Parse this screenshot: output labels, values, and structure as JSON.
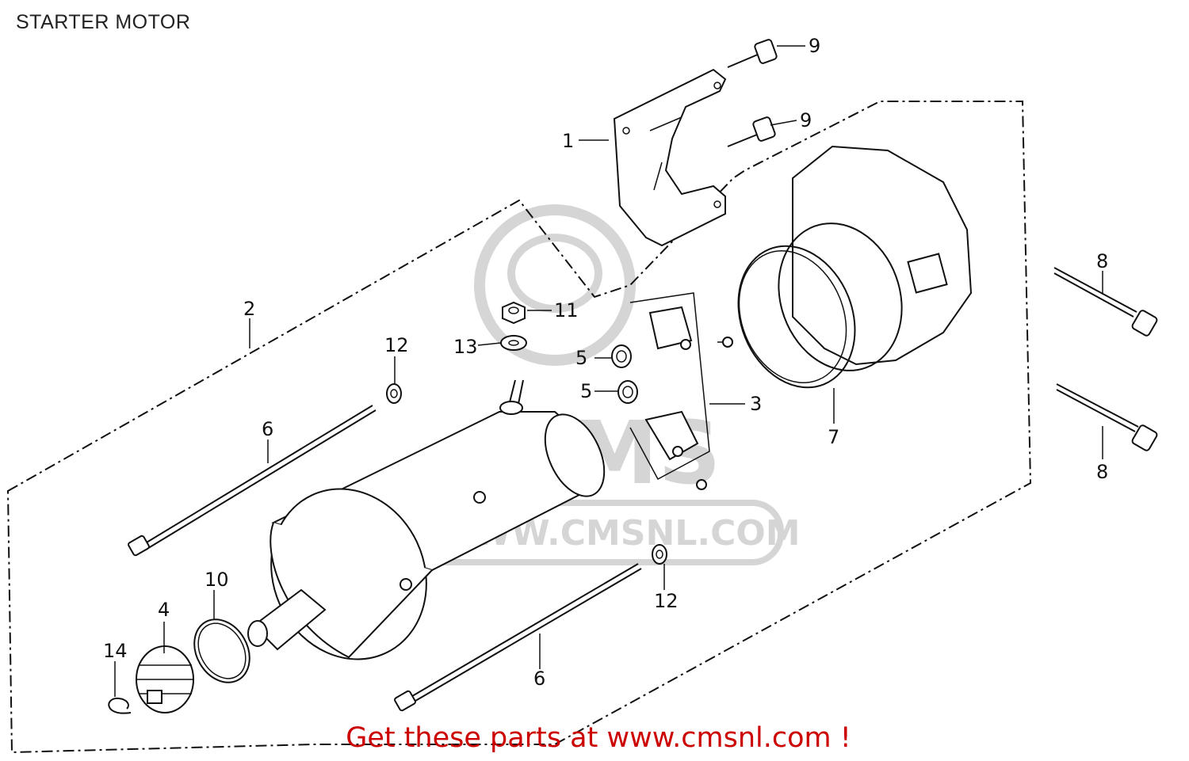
{
  "title": "STARTER MOTOR",
  "footer_link": "Get these parts at www.cmsnl.com !",
  "watermark": {
    "logo_text": "CMS",
    "url_text": "WWW.CMSNL.COM"
  },
  "callouts": {
    "c1": "1",
    "c2": "2",
    "c3": "3",
    "c4": "4",
    "c5a": "5",
    "c5b": "5",
    "c6a": "6",
    "c6b": "6",
    "c7": "7",
    "c8a": "8",
    "c8b": "8",
    "c9a": "9",
    "c9b": "9",
    "c10": "10",
    "c11": "11",
    "c12a": "12",
    "c12b": "12",
    "c13": "13",
    "c14": "14"
  },
  "colors": {
    "footer": "#cc0000",
    "lines": "#111111",
    "watermark": "#c8c8c8"
  }
}
